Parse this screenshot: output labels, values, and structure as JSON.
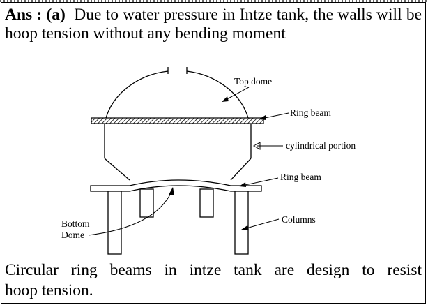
{
  "answer": {
    "label": "Ans :",
    "option": "(a)",
    "text": "Due to water pressure in Intze tank, the walls will be hoop tension without any bending moment"
  },
  "diagram": {
    "labels": {
      "top_dome": "Top dome",
      "ring_beam_top": "Ring beam",
      "cylindrical_portion": "cylindrical portion",
      "ring_beam_bottom": "Ring beam",
      "columns": "Columns",
      "bottom_dome_1": "Bottom",
      "bottom_dome_2": "Dome"
    }
  },
  "conclusion": {
    "line1": "Circular ring beams in intze tank are design to resist",
    "line2": "hoop tension."
  }
}
